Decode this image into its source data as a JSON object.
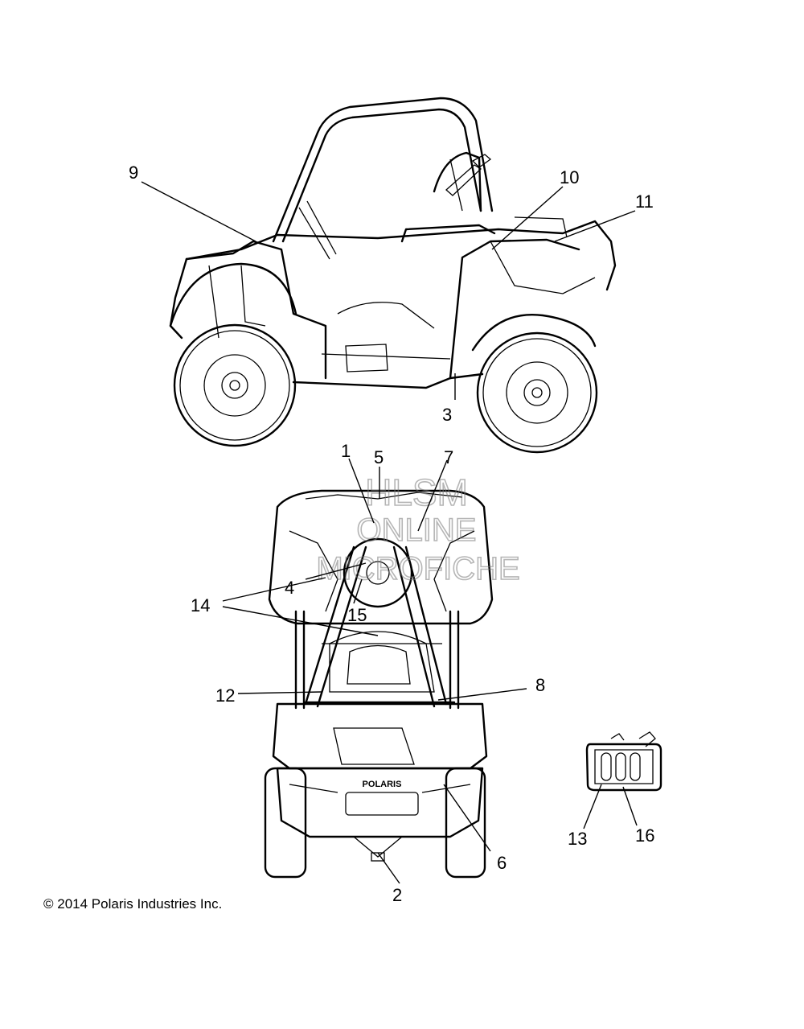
{
  "callouts": {
    "c1": "1",
    "c2": "2",
    "c3": "3",
    "c4": "4",
    "c5": "5",
    "c6": "6",
    "c7": "7",
    "c8": "8",
    "c9": "9",
    "c10": "10",
    "c11": "11",
    "c12": "12",
    "c13": "13",
    "c14": "14",
    "c15": "15",
    "c16": "16"
  },
  "watermark": {
    "line1": "HLSM",
    "line2": "ONLINE",
    "line3": "MICROFICHE"
  },
  "badge": {
    "brand": "POLARIS"
  },
  "copyright": "© 2014 Polaris Industries Inc."
}
